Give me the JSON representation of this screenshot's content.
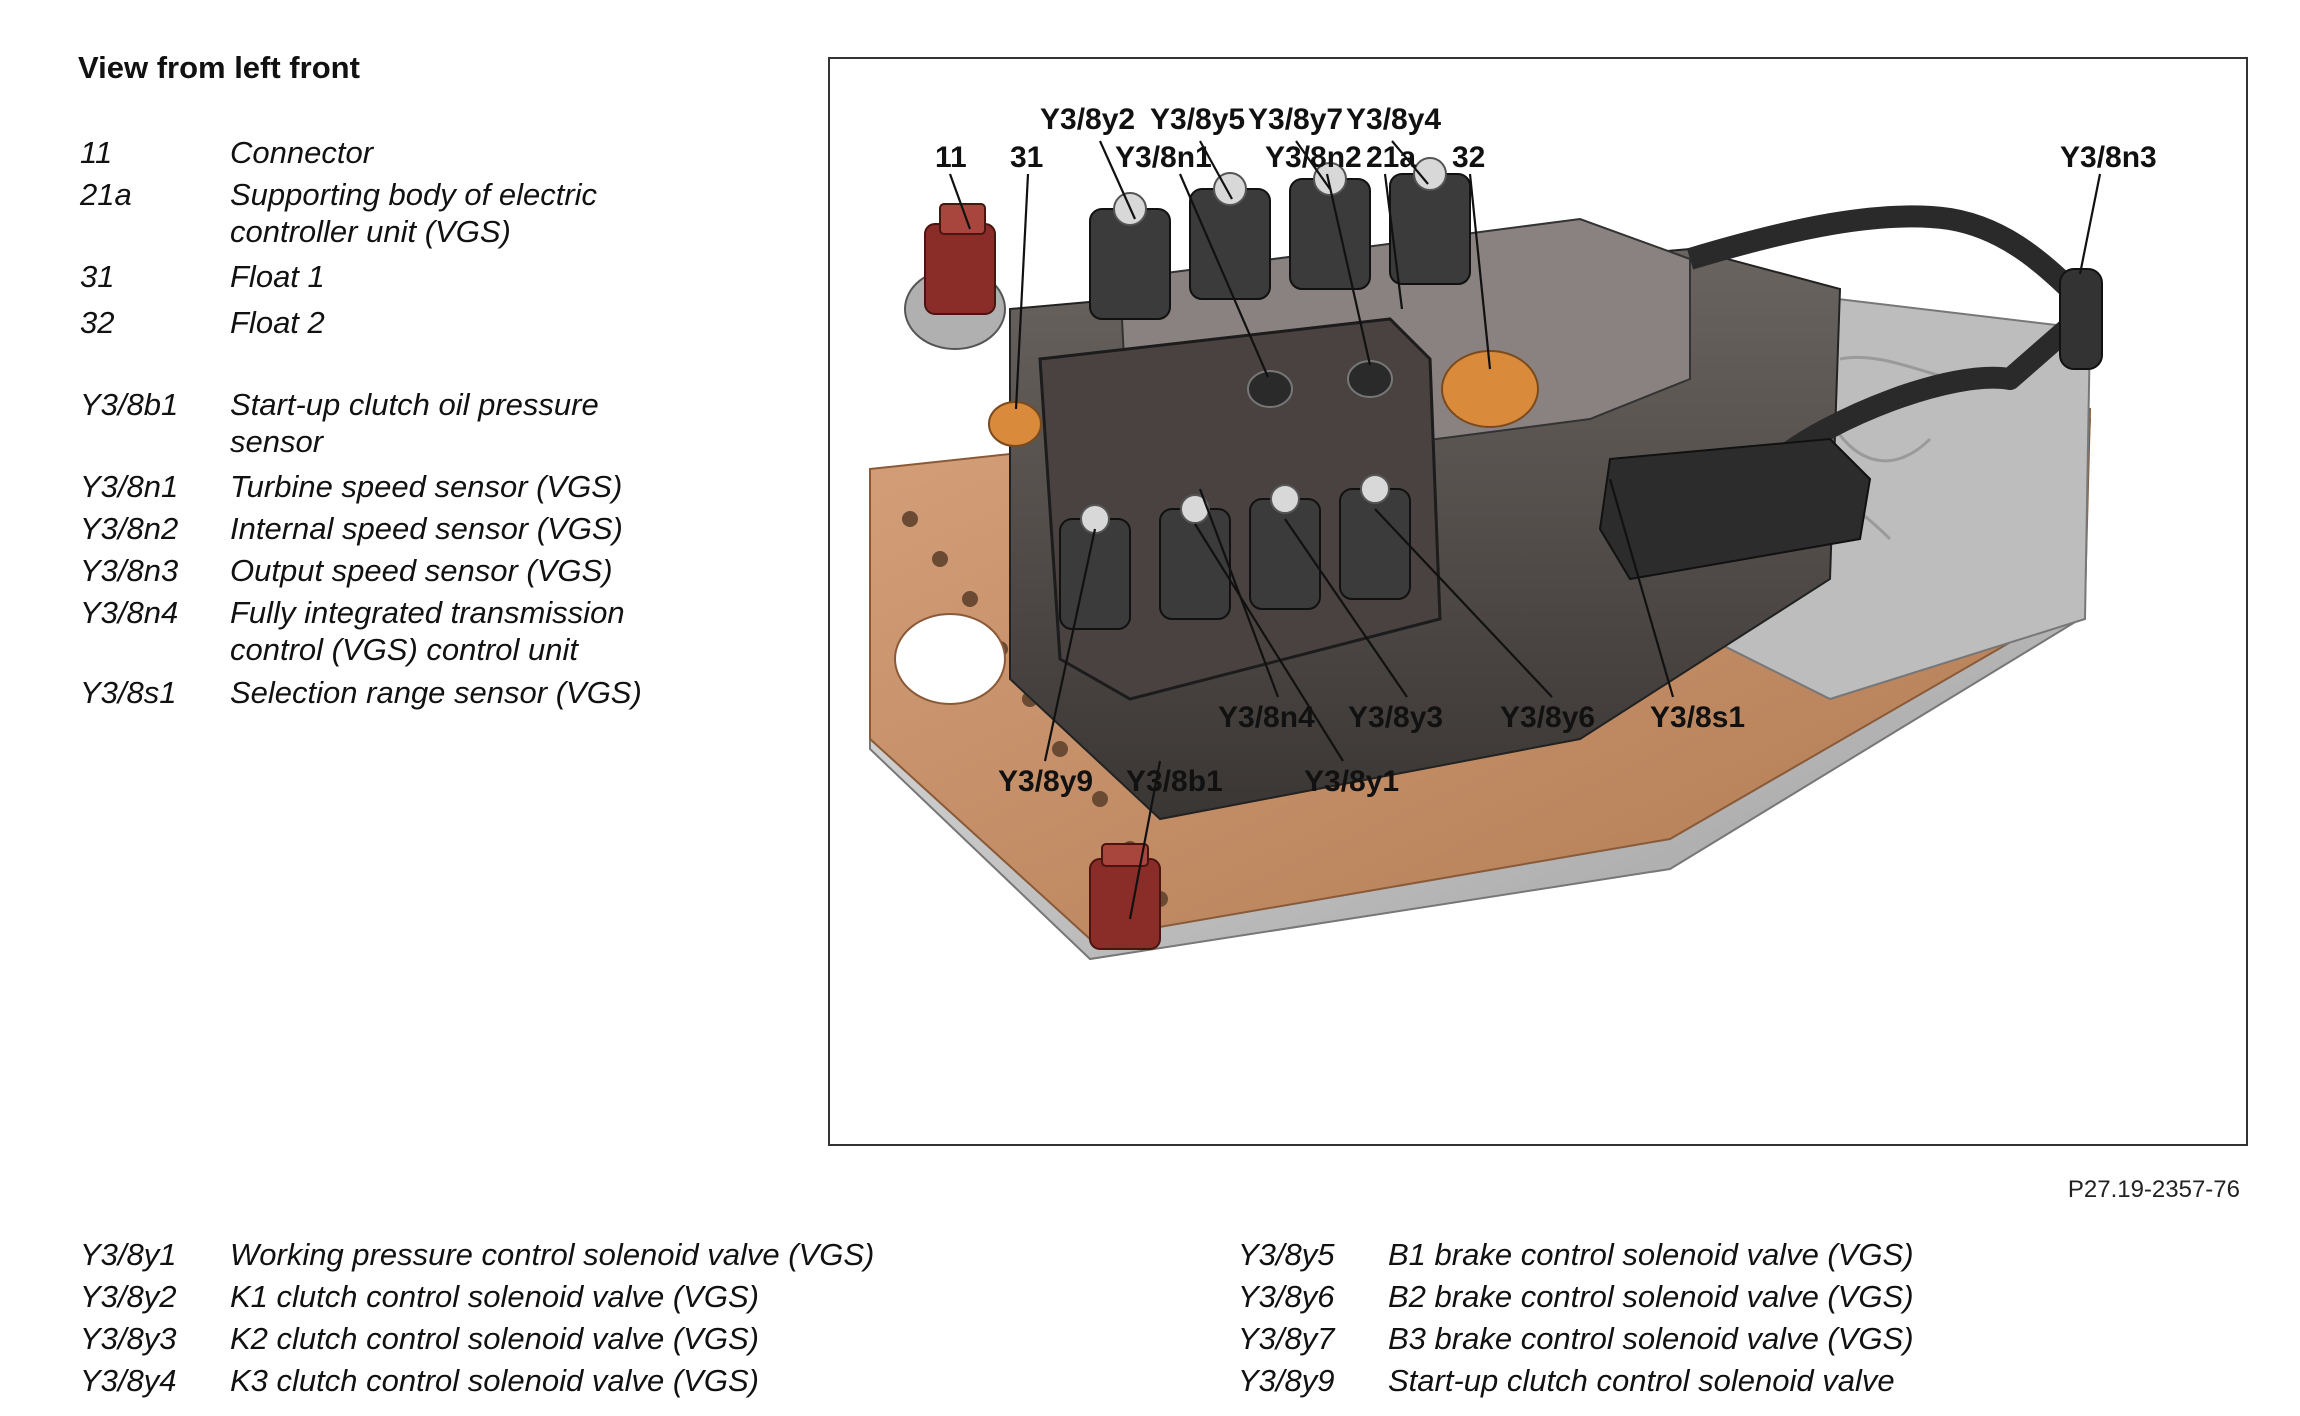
{
  "title": "View from left front",
  "legend_top": [
    {
      "code": "11",
      "desc": "Connector"
    },
    {
      "code": "21a",
      "desc": "Supporting body of electric controller unit (VGS)"
    },
    {
      "code": "31",
      "desc": "Float 1"
    },
    {
      "code": "32",
      "desc": "Float 2"
    },
    {
      "code": "Y3/8b1",
      "desc": "Start-up clutch oil pressure sensor"
    },
    {
      "code": "Y3/8n1",
      "desc": "Turbine speed sensor (VGS)"
    },
    {
      "code": "Y3/8n2",
      "desc": "Internal speed sensor (VGS)"
    },
    {
      "code": "Y3/8n3",
      "desc": "Output speed sensor (VGS)"
    },
    {
      "code": "Y3/8n4",
      "desc": "Fully integrated transmission control (VGS) control unit"
    },
    {
      "code": "Y3/8s1",
      "desc": "Selection range sensor (VGS)"
    }
  ],
  "legend_bottom_left": [
    {
      "code": "Y3/8y1",
      "desc": "Working pressure control solenoid valve (VGS)"
    },
    {
      "code": "Y3/8y2",
      "desc": "K1 clutch control solenoid valve (VGS)"
    },
    {
      "code": "Y3/8y3",
      "desc": "K2 clutch control solenoid valve (VGS)"
    },
    {
      "code": "Y3/8y4",
      "desc": "K3 clutch control solenoid valve (VGS)"
    }
  ],
  "legend_bottom_right": [
    {
      "code": "Y3/8y5",
      "desc": "B1 brake control solenoid valve (VGS)"
    },
    {
      "code": "Y3/8y6",
      "desc": "B2 brake control solenoid valve (VGS)"
    },
    {
      "code": "Y3/8y7",
      "desc": "B3 brake control solenoid valve (VGS)"
    },
    {
      "code": "Y3/8y9",
      "desc": "Start-up clutch control solenoid valve"
    }
  ],
  "callouts": {
    "c_y2": "Y3/8y2",
    "c_y5": "Y3/8y5",
    "c_y7": "Y3/8y7",
    "c_y4": "Y3/8y4",
    "c_11": "11",
    "c_31": "31",
    "c_n1": "Y3/8n1",
    "c_n2": "Y3/8n2",
    "c_21a": "21a",
    "c_32": "32",
    "c_n3": "Y3/8n3",
    "c_n4": "Y3/8n4",
    "c_y3": "Y3/8y3",
    "c_y6": "Y3/8y6",
    "c_s1": "Y3/8s1",
    "c_y9": "Y3/8y9",
    "c_b1": "Y3/8b1",
    "c_y1": "Y3/8y1"
  },
  "figure_ref": "P27.19-2357-76",
  "colors": {
    "gasket": "#c9936a",
    "housing": "#4a4542",
    "metal": "#c8c8c8",
    "connector_red": "#8a2d28",
    "float_orange": "#d98a3a"
  }
}
